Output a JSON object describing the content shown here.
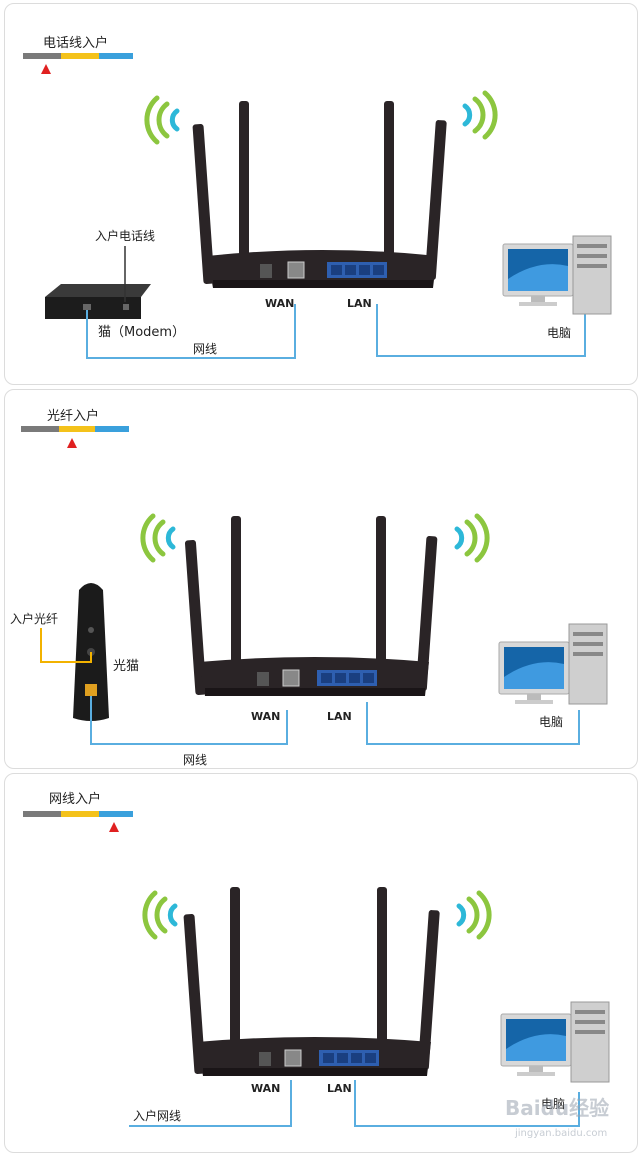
{
  "palette": {
    "bar_gray": "#7a7a7a",
    "bar_yellow": "#f4c21a",
    "bar_blue": "#3aa0dc",
    "marker_red": "#e02020",
    "cable_blue": "#5aaee0",
    "fiber_yellow": "#f2b200",
    "wifi_green": "#8cc63f",
    "wifi_cyan": "#2db8d8",
    "router_body": "#2a2426",
    "port_blue": "#2e5fb0"
  },
  "panels": [
    {
      "title": "电话线入户",
      "marker_segment": "gray",
      "labels": {
        "phone_line": "入户电话线",
        "modem": "猫（Modem）",
        "cable": "网线",
        "wan": "WAN",
        "lan": "LAN",
        "computer": "电脑"
      }
    },
    {
      "title": "光纤入户",
      "marker_segment": "yellow",
      "labels": {
        "fiber": "入户光纤",
        "onu": "光猫",
        "cable": "网线",
        "wan": "WAN",
        "lan": "LAN",
        "computer": "电脑"
      }
    },
    {
      "title": "网线入户",
      "marker_segment": "blue",
      "labels": {
        "incoming": "入户网线",
        "wan": "WAN",
        "lan": "LAN",
        "computer": "电脑"
      }
    }
  ],
  "watermark": {
    "brand": "Baidu经验",
    "url": "jingyan.baidu.com"
  }
}
